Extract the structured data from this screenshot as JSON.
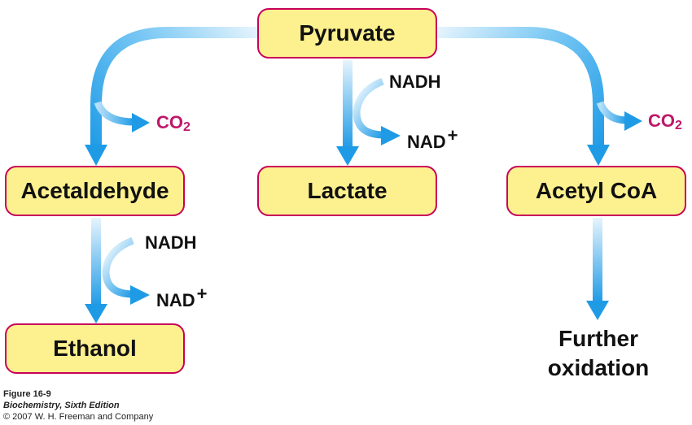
{
  "nodes": {
    "pyruvate": "Pyruvate",
    "acetaldehyde": "Acetaldehyde",
    "lactate": "Lactate",
    "acetyl_coa": "Acetyl CoA",
    "ethanol": "Ethanol",
    "further_line1": "Further",
    "further_line2": "oxidation"
  },
  "labels": {
    "co2_main": "CO",
    "co2_sub": "2",
    "nadh": "NADH",
    "nad_main": "NAD",
    "nad_sup": "+"
  },
  "caption": {
    "figure": "Figure 16-9",
    "book": "Biochemistry, Sixth Edition",
    "copyright": "© 2007 W. H. Freeman and Company"
  },
  "colors": {
    "box_fill": "#fdf08e",
    "box_border": "#c8005a",
    "arrow": "#1e9de8",
    "co2": "#c0176a"
  }
}
